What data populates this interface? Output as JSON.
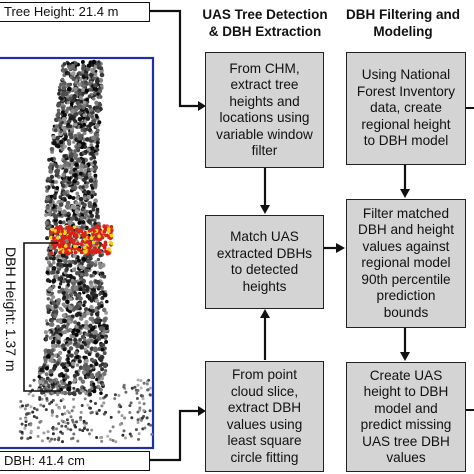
{
  "labels": {
    "tree_height": "Tree Height: 21.4 m",
    "dbh": "DBH: 41.4 cm",
    "dbh_height": "DBH Height: 1.37 m"
  },
  "columns": {
    "left_title": "UAS Tree Detection\n& DBH Extraction",
    "right_title": "DBH Filtering and\nModeling"
  },
  "steps": {
    "chm": "From CHM,\nextract tree\nheights and\nlocations using\nvariable window\nfilter",
    "match": "Match UAS\nextracted DBHs\nto detected\nheights",
    "slice": "From point\ncloud slice,\nextract DBH\nvalues using\nleast square\ncircle fitting",
    "fia": "Using National\nForest Inventory\ndata, create\nregional height\nto DBH model",
    "filter": "Filter matched\nDBH and height\nvalues against\nregional model\n90th percentile\nprediction\nbounds",
    "create": "Create UAS\nheight to DBH\nmodel and\npredict missing\nUAS tree DBH\nvalues"
  },
  "colors": {
    "step_fill": "#d4d4d4",
    "frame_blue": "#1f2fa8",
    "slice_red": "#d8221b",
    "slice_yellow": "#f0d21a"
  }
}
